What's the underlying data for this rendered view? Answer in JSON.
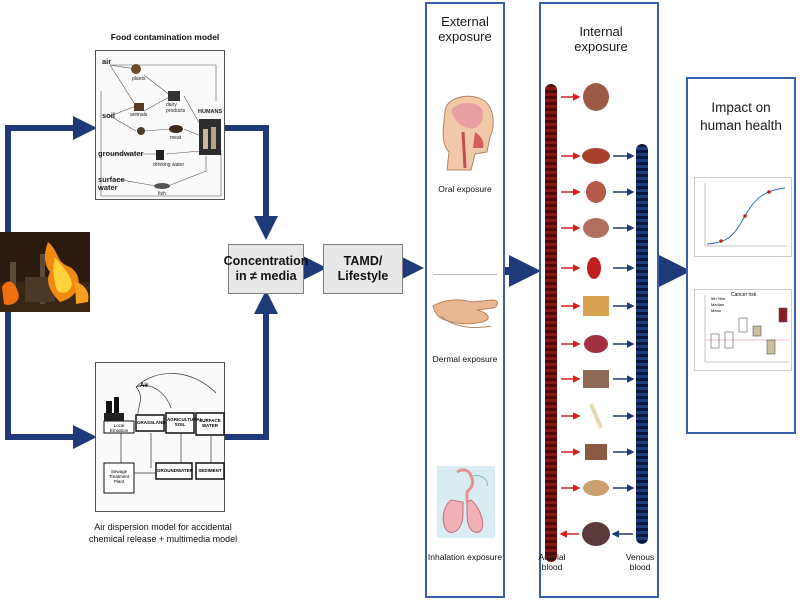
{
  "models": {
    "food_title": "Food contamination model",
    "air_title": "Air dispersion model for accidental chemical release + multimedia model",
    "food_nodes": {
      "air": "air",
      "soil": "soil",
      "groundwater": "groundwater",
      "surface_water": "surface water",
      "plants": "plants",
      "animals": "animals",
      "dairy": "dairy products",
      "meat": "meat",
      "drinking_water": "drinking water",
      "fish": "fish",
      "humans": "HUMANS"
    },
    "air_nodes": {
      "air": "Air",
      "local_emission": "Local Emission",
      "grassland": "GRASSLAND",
      "agricultural_soil": "AGRICULTURAL SOIL",
      "surface_water": "SURFACE WATER",
      "sewage": "Sewage Treatment Plant",
      "groundwater": "GROUNDWATER",
      "sediment": "SEDIMENT"
    }
  },
  "steps": {
    "concentration": "Concentration in ≠ media",
    "tamd": "TAMD/ Lifestyle"
  },
  "external": {
    "title": "External exposure",
    "oral": "Oral exposure",
    "dermal": "Dermal exposure",
    "inhalation": "Inhalation exposure"
  },
  "internal": {
    "title": "Internal exposure",
    "arterial": "Arterial blood",
    "venous": "Venous blood"
  },
  "impact": {
    "title": "Impact on human health",
    "box_title": "Cancer risk",
    "legend": [
      "5th %ile",
      "Median",
      "Mean"
    ]
  },
  "colors": {
    "arrow": "#1f3a78",
    "panel_border": "#3b5ea8",
    "arterial": "#7a1010",
    "venous": "#0b2a55",
    "red_arrow": "#d62020"
  }
}
